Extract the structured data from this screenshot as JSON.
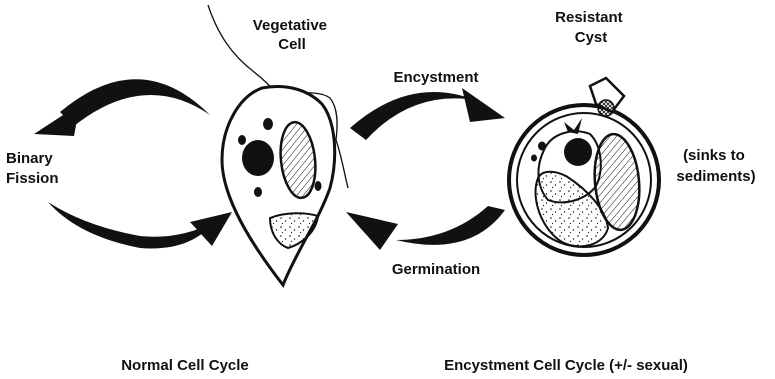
{
  "labels": {
    "vegetative_cell": [
      "Vegetative",
      "Cell"
    ],
    "resistant_cyst": [
      "Resistant",
      "Cyst"
    ],
    "encystment": "Encystment",
    "germination": "Germination",
    "binary_fission": [
      "Binary",
      "Fission"
    ],
    "sinks": [
      "(sinks to",
      "sediments)"
    ],
    "normal_cycle": "Normal Cell Cycle",
    "encystment_cycle": "Encystment Cell Cycle  (+/- sexual)"
  }
}
